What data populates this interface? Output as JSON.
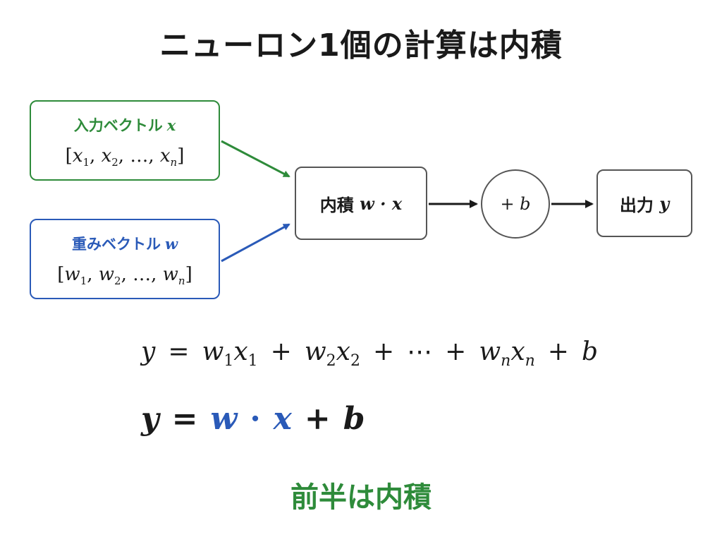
{
  "title": "ニューロン1個の計算は内積",
  "input_x": {
    "label": "入力ベクトル",
    "var": "x",
    "vector": {
      "open": "[",
      "close": "]",
      "sym": "x",
      "subs": [
        "1",
        "2",
        "n"
      ],
      "ellipsis": "…"
    }
  },
  "input_w": {
    "label": "重みベクトル",
    "var": "w",
    "vector": {
      "open": "[",
      "close": "]",
      "sym": "w",
      "subs": [
        "1",
        "2",
        "n"
      ],
      "ellipsis": "…"
    }
  },
  "nodes": {
    "dot_label": "内積",
    "dot_expr": "w · x",
    "bias": "+ b",
    "output_label": "出力",
    "output_var": "y"
  },
  "formula_full": {
    "lhs": "y",
    "eq": "=",
    "terms": [
      {
        "w": "w",
        "wsub": "1",
        "x": "x",
        "xsub": "1"
      },
      {
        "w": "w",
        "wsub": "2",
        "x": "x",
        "xsub": "2"
      },
      {
        "w": "w",
        "wsub": "n",
        "x": "x",
        "xsub": "n"
      }
    ],
    "plus": "+",
    "dots": "⋯",
    "bias": "b"
  },
  "formula_vec": {
    "lhs": "y",
    "eq": "=",
    "w": "w",
    "dot": "·",
    "x": "x",
    "plus": "+",
    "bias": "b"
  },
  "footer": "前半は内積",
  "colors": {
    "green": "#2e8b3a",
    "blue": "#2a5ab8",
    "node_border": "#555555"
  }
}
